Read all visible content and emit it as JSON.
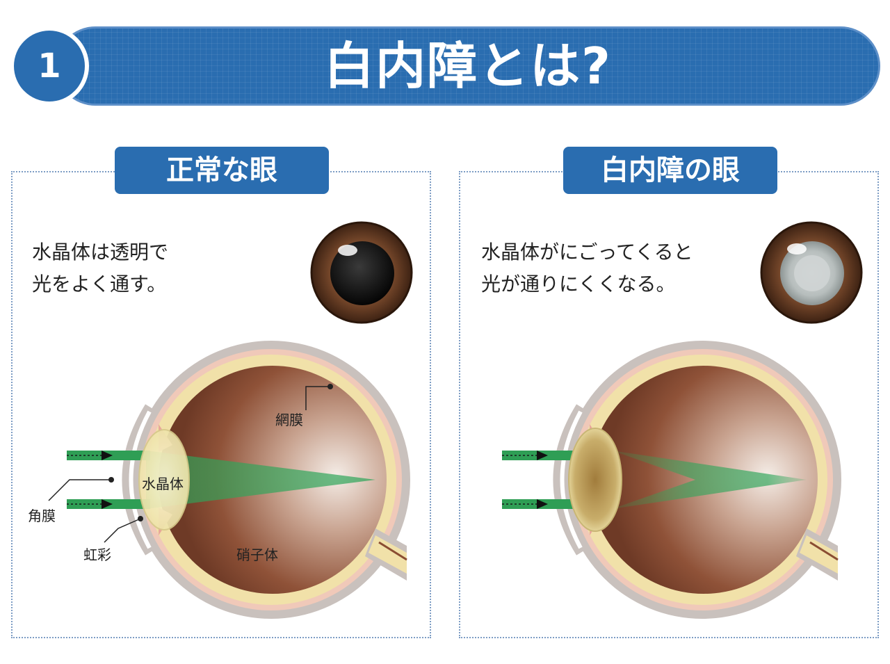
{
  "header": {
    "number": "1",
    "title": "白内障とは?"
  },
  "panels": {
    "normal": {
      "title": "正常な眼",
      "desc_line1": "水晶体は透明で",
      "desc_line2": "光をよく通す。",
      "labels": {
        "retina": "網膜",
        "lens": "水晶体",
        "cornea": "角膜",
        "iris": "虹彩",
        "vitreous": "硝子体"
      }
    },
    "cataract": {
      "title": "白内障の眼",
      "desc_line1": "水晶体がにごってくると",
      "desc_line2": "光が通りにくくなる。"
    }
  },
  "colors": {
    "brand_blue": "#2a6db0",
    "light_green": "#2f9e55",
    "eye_brown": "#8a4d32"
  }
}
